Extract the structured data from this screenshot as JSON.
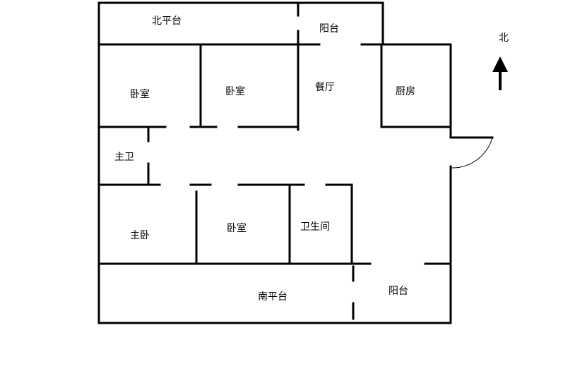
{
  "rooms": {
    "north_terrace": "北平台",
    "balcony_north": "阳台",
    "bedroom_1": "卧室",
    "bedroom_2": "卧室",
    "dining": "餐厅",
    "kitchen": "厨房",
    "master_bath": "主卫",
    "master_bedroom": "主卧",
    "bedroom_3": "卧室",
    "bathroom": "卫生间",
    "south_terrace": "南平台",
    "balcony_south": "阳台"
  },
  "compass": {
    "label": "北"
  },
  "colors": {
    "line": "#000000",
    "background": "#ffffff"
  }
}
